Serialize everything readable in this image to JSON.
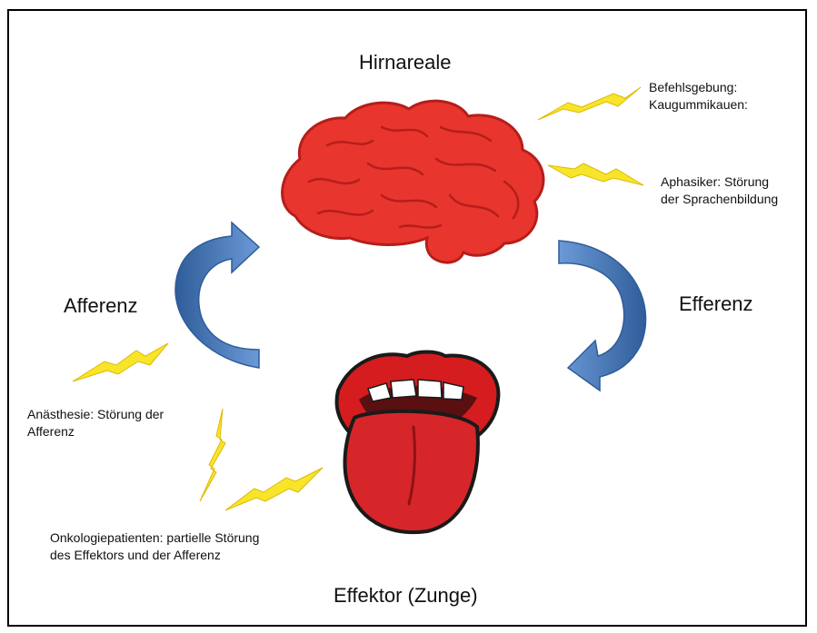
{
  "title": "Hirnareale",
  "left_label": "Afferenz",
  "right_label": "Efferenz",
  "bottom_label": "Effektor (Zunge)",
  "notes": {
    "befehl_line1": "Befehlsgebung:",
    "befehl_line2": "Kaugummikauen:",
    "aphasiker_line1": "Aphasiker: Störung",
    "aphasiker_line2": "der Sprachenbildung",
    "anaesthesie_line1": "Anästhesie: Störung der",
    "anaesthesie_line2": "Afferenz",
    "onko_line1": "Onkologiepatienten: partielle Störung",
    "onko_line2": "des Effektors und der Afferenz"
  },
  "colors": {
    "brain": "#e8352e",
    "brain_shadow": "#b51e1a",
    "arrow": "#4f7fbf",
    "arrow_dark": "#2e5c99",
    "lightning": "#f7e52a",
    "lip": "#d51c1f",
    "tongue": "#d6262a"
  },
  "icons": [
    "brain-icon",
    "mouth-tongue-icon",
    "lightning-bolt-icon",
    "curved-arrow-icon"
  ]
}
